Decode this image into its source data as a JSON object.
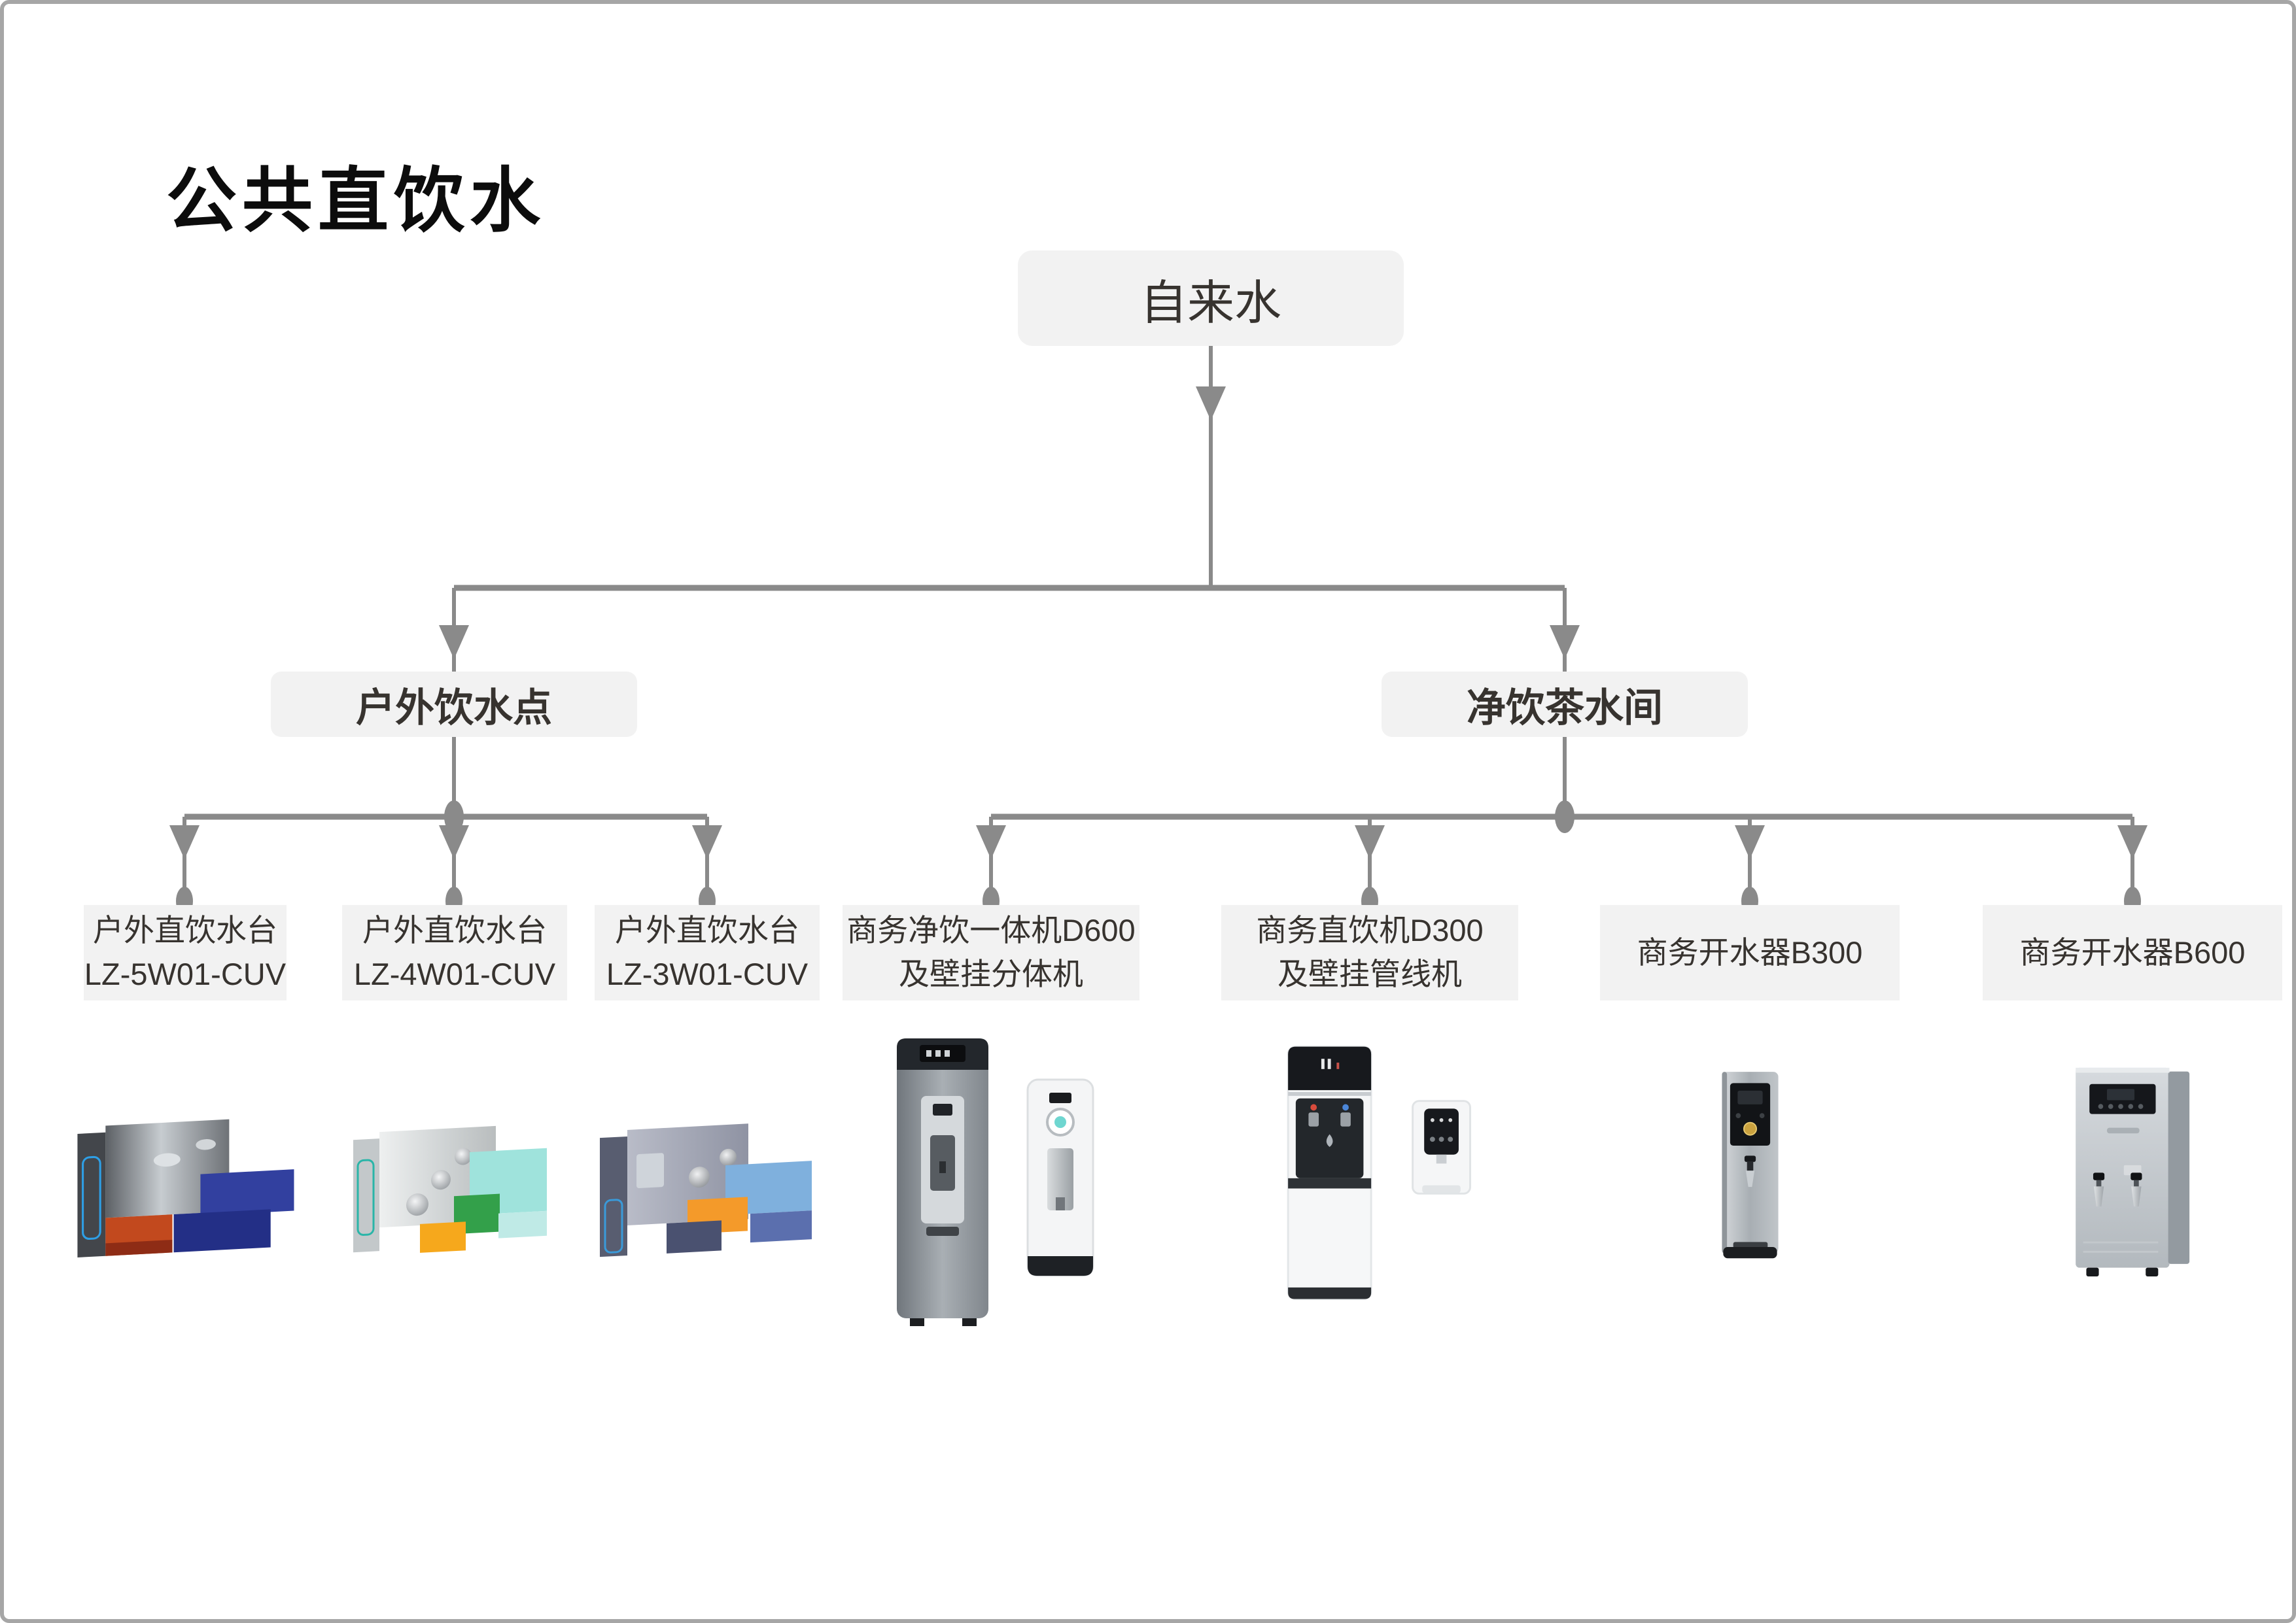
{
  "page": {
    "title": "公共直饮水"
  },
  "colors": {
    "node_bg": "#f2f2f2",
    "node_text": "#37332f",
    "line": "#8a8a8a",
    "title": "#0c0c0c",
    "frame_border": "#a6a6a6"
  },
  "tree": {
    "root": {
      "label": "自来水"
    },
    "branches": [
      {
        "label": "户外饮水点",
        "children": [
          {
            "line1": "户外直饮水台",
            "line2": "LZ-5W01-CUV",
            "icon": "outdoor-fountain-dark-blue-orange"
          },
          {
            "line1": "户外直饮水台",
            "line2": "LZ-4W01-CUV",
            "icon": "outdoor-fountain-white-teal-green-orange"
          },
          {
            "line1": "户外直饮水台",
            "line2": "LZ-3W01-CUV",
            "icon": "outdoor-fountain-gray-blue-orange"
          }
        ]
      },
      {
        "label": "净饮茶水间",
        "children": [
          {
            "line1": "商务净饮一体机D600",
            "line2": "及壁挂分体机",
            "icon": "floor-dispenser-gray-plus-wall-unit"
          },
          {
            "line1": "商务直饮机D300",
            "line2": "及壁挂管线机",
            "icon": "floor-dispenser-white-plus-wall-unit"
          },
          {
            "line1": "商务开水器B300",
            "line2": "",
            "icon": "stainless-boiler-slim"
          },
          {
            "line1": "商务开水器B600",
            "line2": "",
            "icon": "stainless-boiler-wide-double-tap"
          }
        ]
      }
    ]
  }
}
